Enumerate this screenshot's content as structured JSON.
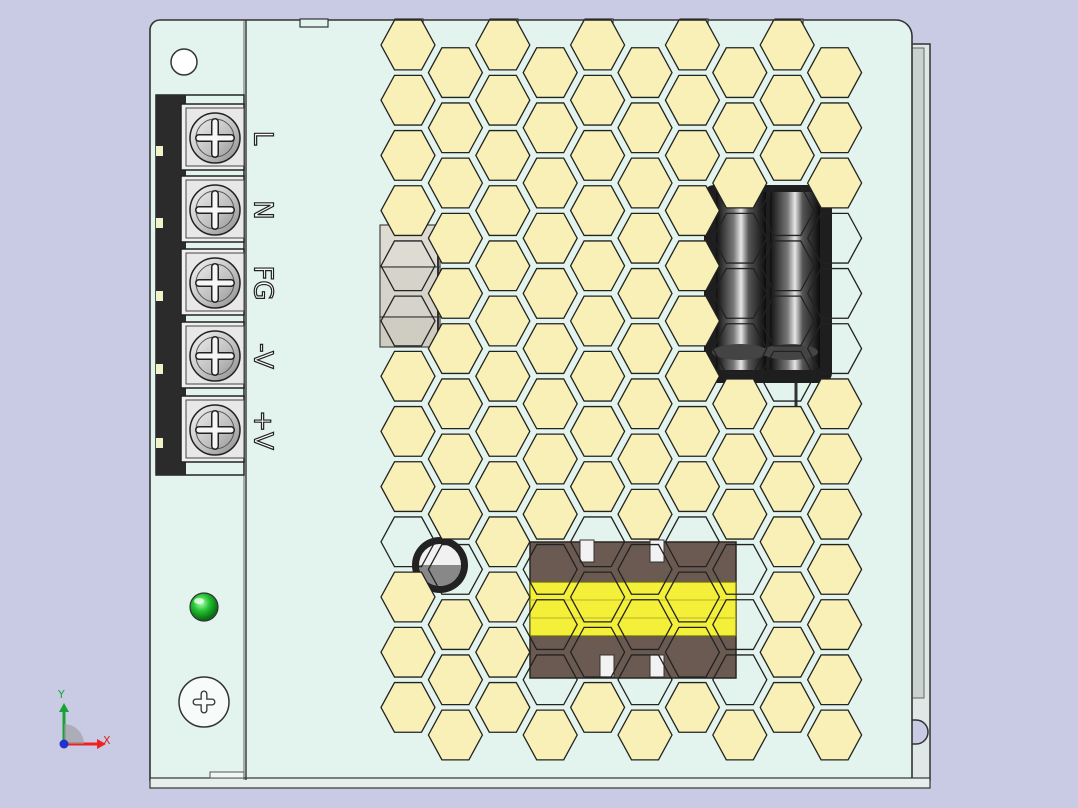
{
  "terminals": [
    {
      "label": "L"
    },
    {
      "label": "N"
    },
    {
      "label": "FG"
    },
    {
      "label": "-V"
    },
    {
      "label": "+V"
    }
  ],
  "triad": {
    "x_label": "X",
    "y_label": "Y"
  },
  "colors": {
    "background": "#c9cbe4",
    "housing": "#e3f4ef",
    "hex_fill": "#f8f0b6",
    "led": "#22c232",
    "capacitor": "#1e1e1e",
    "transformer_core": "#6a5a52",
    "transformer_winding": "#f4f03a"
  }
}
